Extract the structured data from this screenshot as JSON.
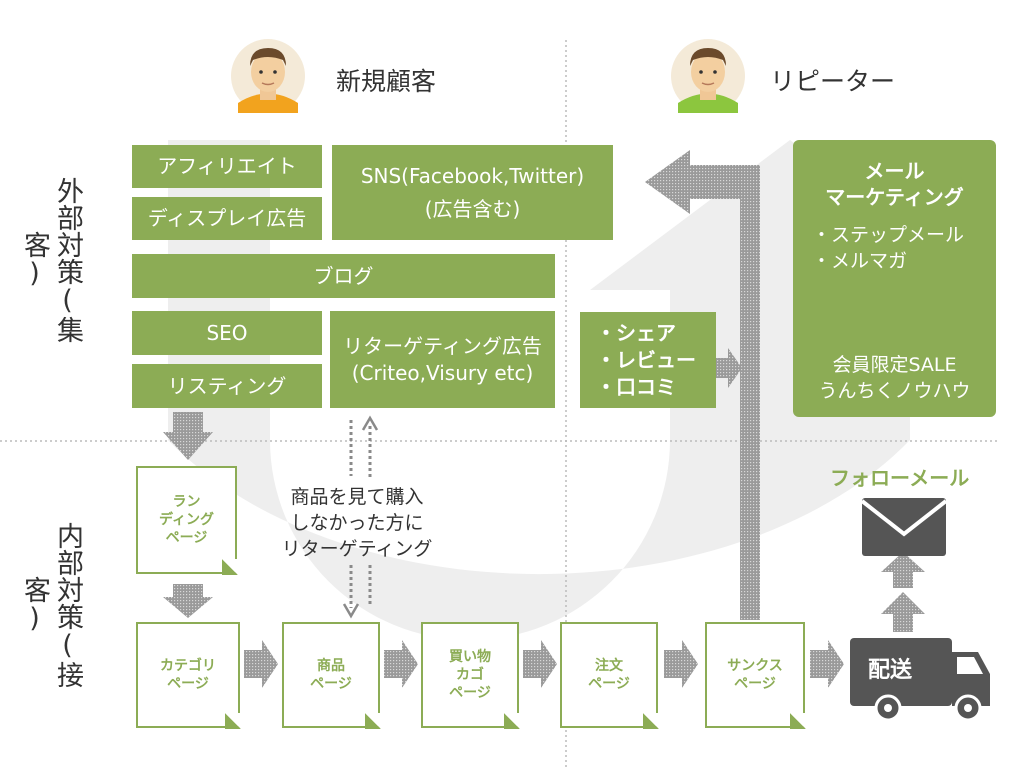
{
  "personas": {
    "new": "新規顧客",
    "repeat": "リピーター"
  },
  "sections": {
    "external": "外部対策(集客)",
    "internal": "内部対策(接客)"
  },
  "channels": {
    "affiliate": "アフィリエイト",
    "display_ad": "ディスプレイ広告",
    "sns_line1": "SNS(Facebook,Twitter)",
    "sns_line2": "(広告含む)",
    "blog": "ブログ",
    "seo": "SEO",
    "listing": "リスティング",
    "retarget_line1": "リターゲティング広告",
    "retarget_line2": "(Criteo,Visury etc)",
    "share_line1": "・シェア",
    "share_line2": "・レビュー",
    "share_line3": "・口コミ"
  },
  "mail_marketing": {
    "title": "メール\nマーケティング",
    "items": "・ステップメール\n・メルマガ",
    "footer": "会員限定SALE\nうんちくノウハウ"
  },
  "retarget_note": "商品を見て購入\nしなかった方に\nリターゲティング",
  "pages": {
    "landing": "ラン\nディング\nページ",
    "category": "カテゴリ\nページ",
    "product": "商品\nページ",
    "cart": "買い物\nカゴ\nページ",
    "order": "注文\nページ",
    "thanks": "サンクス\nページ"
  },
  "follow_mail": "フォローメール",
  "delivery": "配送",
  "colors": {
    "accent": "#8cac55",
    "u_arrow": "#eeeeee",
    "dark_icon": "#555555"
  },
  "icons": [
    "avatar-new-customer",
    "avatar-repeater",
    "envelope-icon",
    "truck-icon"
  ]
}
